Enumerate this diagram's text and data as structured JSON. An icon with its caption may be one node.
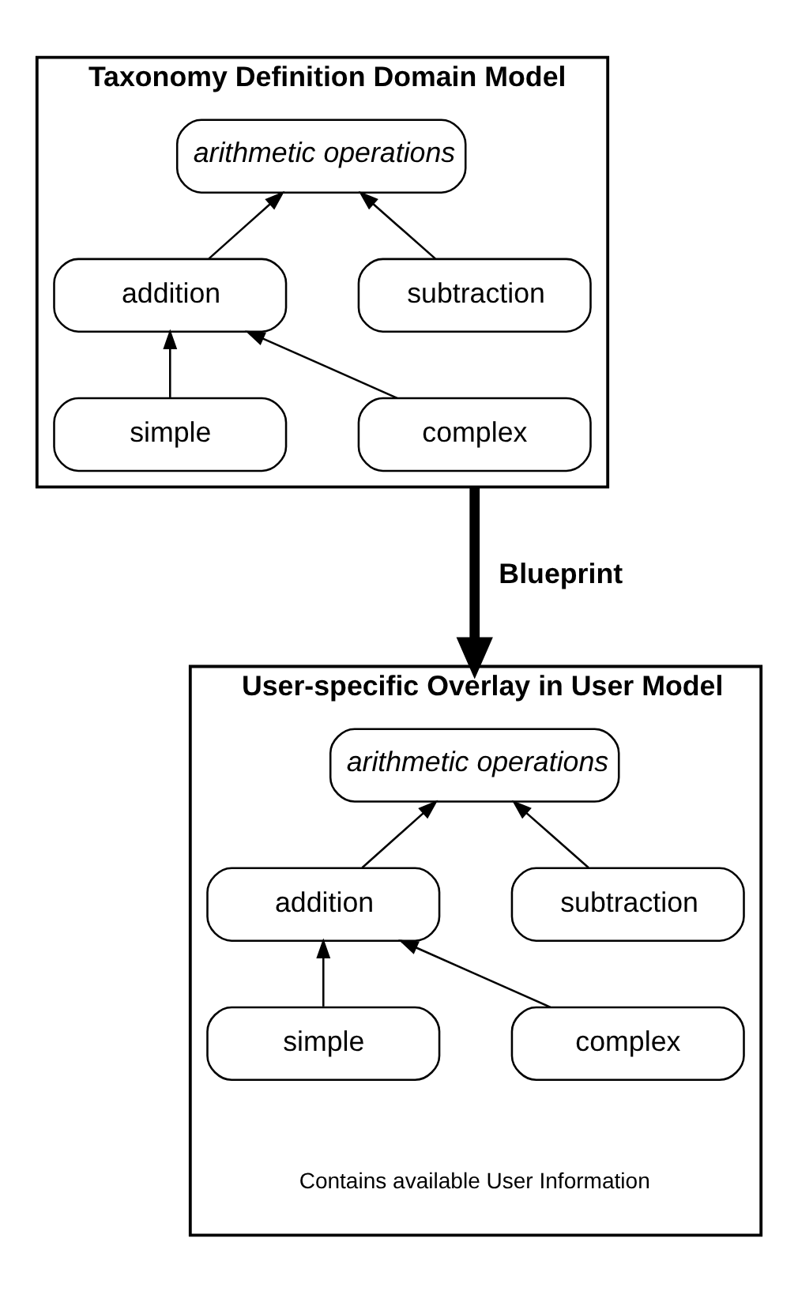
{
  "diagram": {
    "nodes": [
      {
        "text": [
          "Taxonomy Definition Domain Model"
        ]
      },
      {
        "text": [
          "arithmetic operations"
        ],
        "in": 0
      },
      {
        "text": [
          "addition"
        ],
        "in": 0
      },
      {
        "text": [
          "subtraction"
        ],
        "in": 0
      },
      {
        "text": [
          "simple"
        ],
        "in": 0
      },
      {
        "text": [
          "complex"
        ],
        "in": 0
      },
      {
        "text": [
          "User-specific Overlay in User Model",
          "Contains available User Information"
        ]
      },
      {
        "text": [
          "arithmetic operations"
        ],
        "in": 6
      },
      {
        "text": [
          "addition"
        ],
        "in": 6
      },
      {
        "text": [
          "subtraction"
        ],
        "in": 6
      },
      {
        "text": [
          "simple"
        ],
        "in": 6
      },
      {
        "text": [
          "complex"
        ],
        "in": 6
      }
    ],
    "edges": [
      {
        "from": 2,
        "to": 1,
        "arrow": "to"
      },
      {
        "from": 3,
        "to": 1,
        "arrow": "to"
      },
      {
        "from": 4,
        "to": 2,
        "arrow": "to"
      },
      {
        "from": 5,
        "to": 2,
        "arrow": "to"
      },
      {
        "from": 0,
        "to": 6,
        "arrow": "to",
        "label": "Blueprint",
        "style": "thick"
      },
      {
        "from": 8,
        "to": 7,
        "arrow": "to"
      },
      {
        "from": 9,
        "to": 7,
        "arrow": "to"
      },
      {
        "from": 10,
        "to": 8,
        "arrow": "to"
      },
      {
        "from": 11,
        "to": 8,
        "arrow": "to"
      }
    ]
  }
}
